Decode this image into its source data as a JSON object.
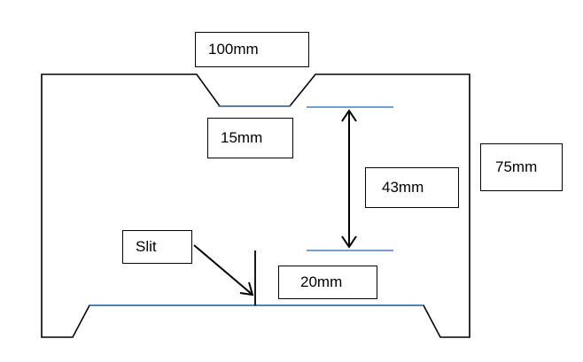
{
  "labels": {
    "top_width": "100mm",
    "notch_width": "15mm",
    "gap_height": "43mm",
    "total_height": "75mm",
    "slit": "Slit",
    "bottom_offset": "20mm"
  },
  "colors": {
    "outline": "#000000",
    "guide_line": "#4a7ebb"
  }
}
